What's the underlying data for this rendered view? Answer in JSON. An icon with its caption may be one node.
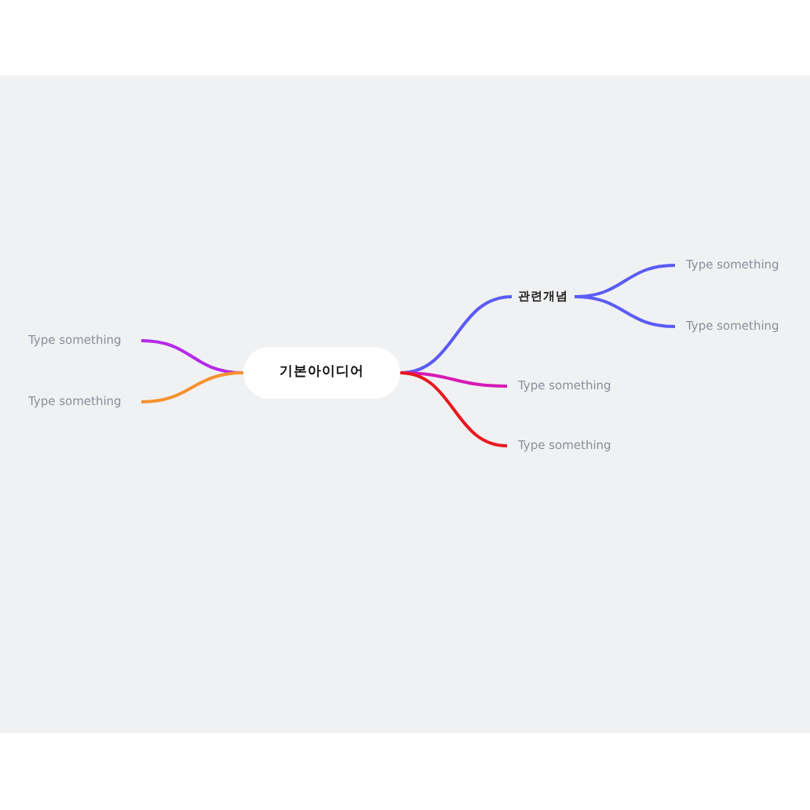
{
  "diagram": {
    "nodes": [
      {
        "text": [
          "기본아이디어"
        ]
      },
      {
        "text": [
          "관련개념"
        ]
      },
      {
        "text": [
          "Type something"
        ]
      },
      {
        "text": [
          "Type something"
        ]
      },
      {
        "text": [
          "Type something"
        ]
      },
      {
        "text": [
          "Type something"
        ]
      },
      {
        "text": [
          "Type something"
        ]
      },
      {
        "text": [
          "Type something"
        ]
      }
    ],
    "edges": [
      {
        "from": 0,
        "to": 1,
        "arrow": "none"
      },
      {
        "from": 1,
        "to": 2,
        "arrow": "none"
      },
      {
        "from": 1,
        "to": 3,
        "arrow": "none"
      },
      {
        "from": 0,
        "to": 4,
        "arrow": "none",
        "color": "#d61bb5"
      },
      {
        "from": 0,
        "to": 5,
        "arrow": "none",
        "color": "#e8191e"
      },
      {
        "from": 0,
        "to": 6,
        "arrow": "none",
        "color": "#b52ae8"
      },
      {
        "from": 0,
        "to": 7,
        "arrow": "none",
        "color": "#f5922e"
      }
    ]
  }
}
